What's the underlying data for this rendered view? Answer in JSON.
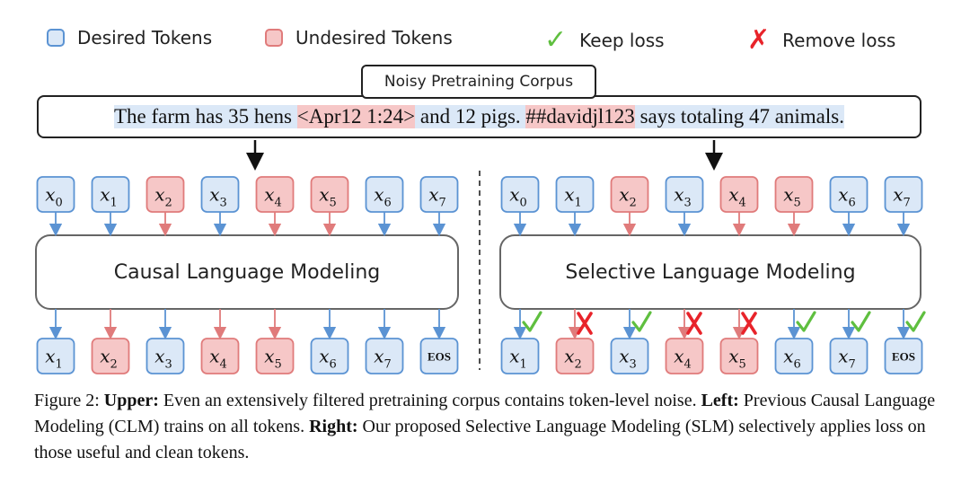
{
  "legend": {
    "desired": "Desired Tokens",
    "undesired": "Undesired Tokens",
    "keep": "Keep loss",
    "remove": "Remove loss"
  },
  "colors": {
    "desired_fill": "#dbe8f7",
    "desired_stroke": "#5b93d3",
    "undesired_fill": "#f6c7c7",
    "undesired_stroke": "#e07b7b",
    "keep": "#5fbf3f",
    "remove": "#e8232a"
  },
  "corpus": {
    "title": "Noisy Pretraining Corpus",
    "segments": [
      {
        "text": "The farm has 35 hens ",
        "kind": "desired"
      },
      {
        "text": "<Apr12 1:24>",
        "kind": "undesired"
      },
      {
        "text": " and 12 pigs. ",
        "kind": "desired"
      },
      {
        "text": "##davidjl123",
        "kind": "undesired"
      },
      {
        "text": " says totaling 47 animals.",
        "kind": "desired"
      }
    ]
  },
  "left": {
    "model_label": "Causal Language Modeling",
    "inputs": [
      {
        "base": "x",
        "sub": "0",
        "kind": "desired"
      },
      {
        "base": "x",
        "sub": "1",
        "kind": "desired"
      },
      {
        "base": "x",
        "sub": "2",
        "kind": "undesired"
      },
      {
        "base": "x",
        "sub": "3",
        "kind": "desired"
      },
      {
        "base": "x",
        "sub": "4",
        "kind": "undesired"
      },
      {
        "base": "x",
        "sub": "5",
        "kind": "undesired"
      },
      {
        "base": "x",
        "sub": "6",
        "kind": "desired"
      },
      {
        "base": "x",
        "sub": "7",
        "kind": "desired"
      }
    ],
    "outputs": [
      {
        "base": "x",
        "sub": "1",
        "kind": "desired"
      },
      {
        "base": "x",
        "sub": "2",
        "kind": "undesired"
      },
      {
        "base": "x",
        "sub": "3",
        "kind": "desired"
      },
      {
        "base": "x",
        "sub": "4",
        "kind": "undesired"
      },
      {
        "base": "x",
        "sub": "5",
        "kind": "undesired"
      },
      {
        "base": "x",
        "sub": "6",
        "kind": "desired"
      },
      {
        "base": "x",
        "sub": "7",
        "kind": "desired"
      },
      {
        "base": "EOS",
        "sub": "",
        "kind": "desired"
      }
    ]
  },
  "right": {
    "model_label": "Selective Language Modeling",
    "inputs": [
      {
        "base": "x",
        "sub": "0",
        "kind": "desired"
      },
      {
        "base": "x",
        "sub": "1",
        "kind": "desired"
      },
      {
        "base": "x",
        "sub": "2",
        "kind": "undesired"
      },
      {
        "base": "x",
        "sub": "3",
        "kind": "desired"
      },
      {
        "base": "x",
        "sub": "4",
        "kind": "undesired"
      },
      {
        "base": "x",
        "sub": "5",
        "kind": "undesired"
      },
      {
        "base": "x",
        "sub": "6",
        "kind": "desired"
      },
      {
        "base": "x",
        "sub": "7",
        "kind": "desired"
      }
    ],
    "outputs": [
      {
        "base": "x",
        "sub": "1",
        "kind": "desired",
        "loss": "keep"
      },
      {
        "base": "x",
        "sub": "2",
        "kind": "undesired",
        "loss": "remove"
      },
      {
        "base": "x",
        "sub": "3",
        "kind": "desired",
        "loss": "keep"
      },
      {
        "base": "x",
        "sub": "4",
        "kind": "undesired",
        "loss": "remove"
      },
      {
        "base": "x",
        "sub": "5",
        "kind": "undesired",
        "loss": "remove"
      },
      {
        "base": "x",
        "sub": "6",
        "kind": "desired",
        "loss": "keep"
      },
      {
        "base": "x",
        "sub": "7",
        "kind": "desired",
        "loss": "keep"
      },
      {
        "base": "EOS",
        "sub": "",
        "kind": "desired",
        "loss": "keep"
      }
    ]
  },
  "caption": {
    "fig_label": "Figure 2: ",
    "upper_head": "Upper:",
    "upper_text": " Even an extensively filtered pretraining corpus contains token-level noise. ",
    "left_head": "Left:",
    "left_text": " Previous Causal Language Modeling (CLM) trains on all tokens. ",
    "right_head": "Right:",
    "right_text": " Our proposed Selective Language Modeling (SLM) selectively applies loss on those useful and clean tokens."
  }
}
